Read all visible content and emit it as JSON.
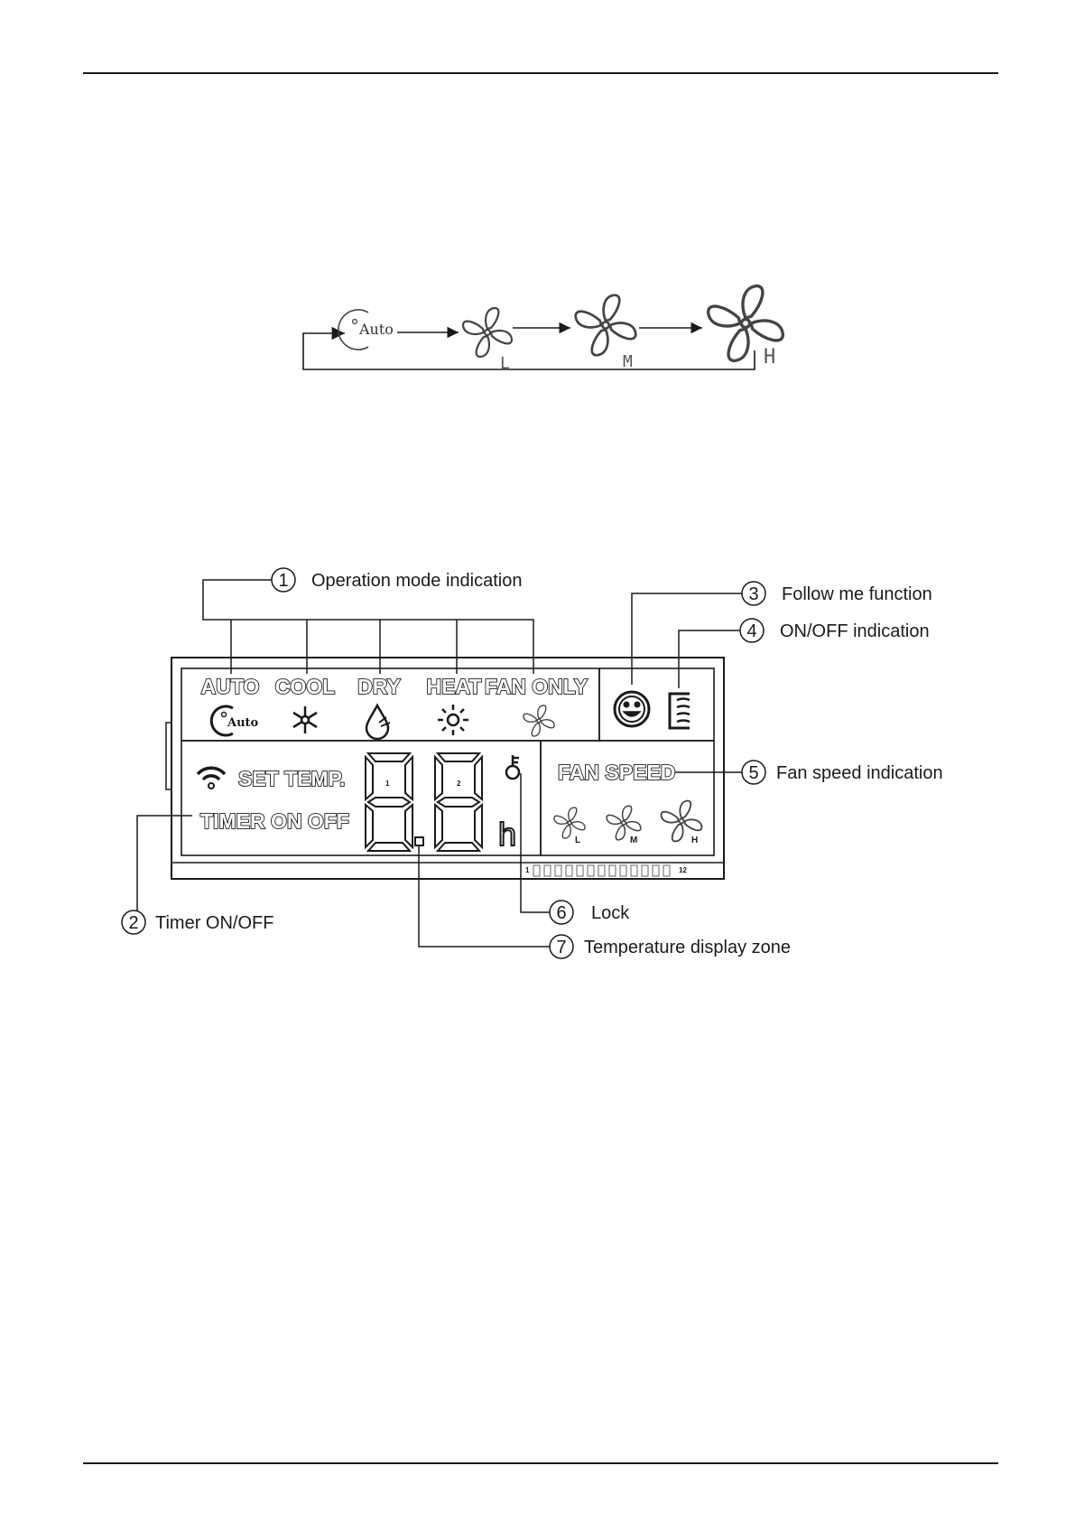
{
  "fan_cycle": {
    "auto_label": "Auto",
    "speeds": [
      "L",
      "M",
      "H"
    ]
  },
  "lcd": {
    "modes": [
      "AUTO",
      "COOL",
      "DRY",
      "HEAT",
      "FAN ONLY"
    ],
    "auto_icon_label": "Auto",
    "set_temp": "SET TEMP.",
    "timer": "TIMER ON OFF",
    "digit_one": "1",
    "digit_two": "2",
    "hour_unit": "h",
    "fan_speed": "FAN SPEED",
    "fan_speed_letters": [
      "L",
      "M",
      "H"
    ],
    "scale_start": "1",
    "scale_end": "12"
  },
  "callouts": [
    {
      "num": "1",
      "label": "Operation mode indication"
    },
    {
      "num": "2",
      "label": "Timer ON/OFF"
    },
    {
      "num": "3",
      "label": "Follow me function"
    },
    {
      "num": "4",
      "label": "ON/OFF indication"
    },
    {
      "num": "5",
      "label": "Fan speed indication"
    },
    {
      "num": "6",
      "label": "Lock"
    },
    {
      "num": "7",
      "label": "Temperature display zone"
    }
  ]
}
